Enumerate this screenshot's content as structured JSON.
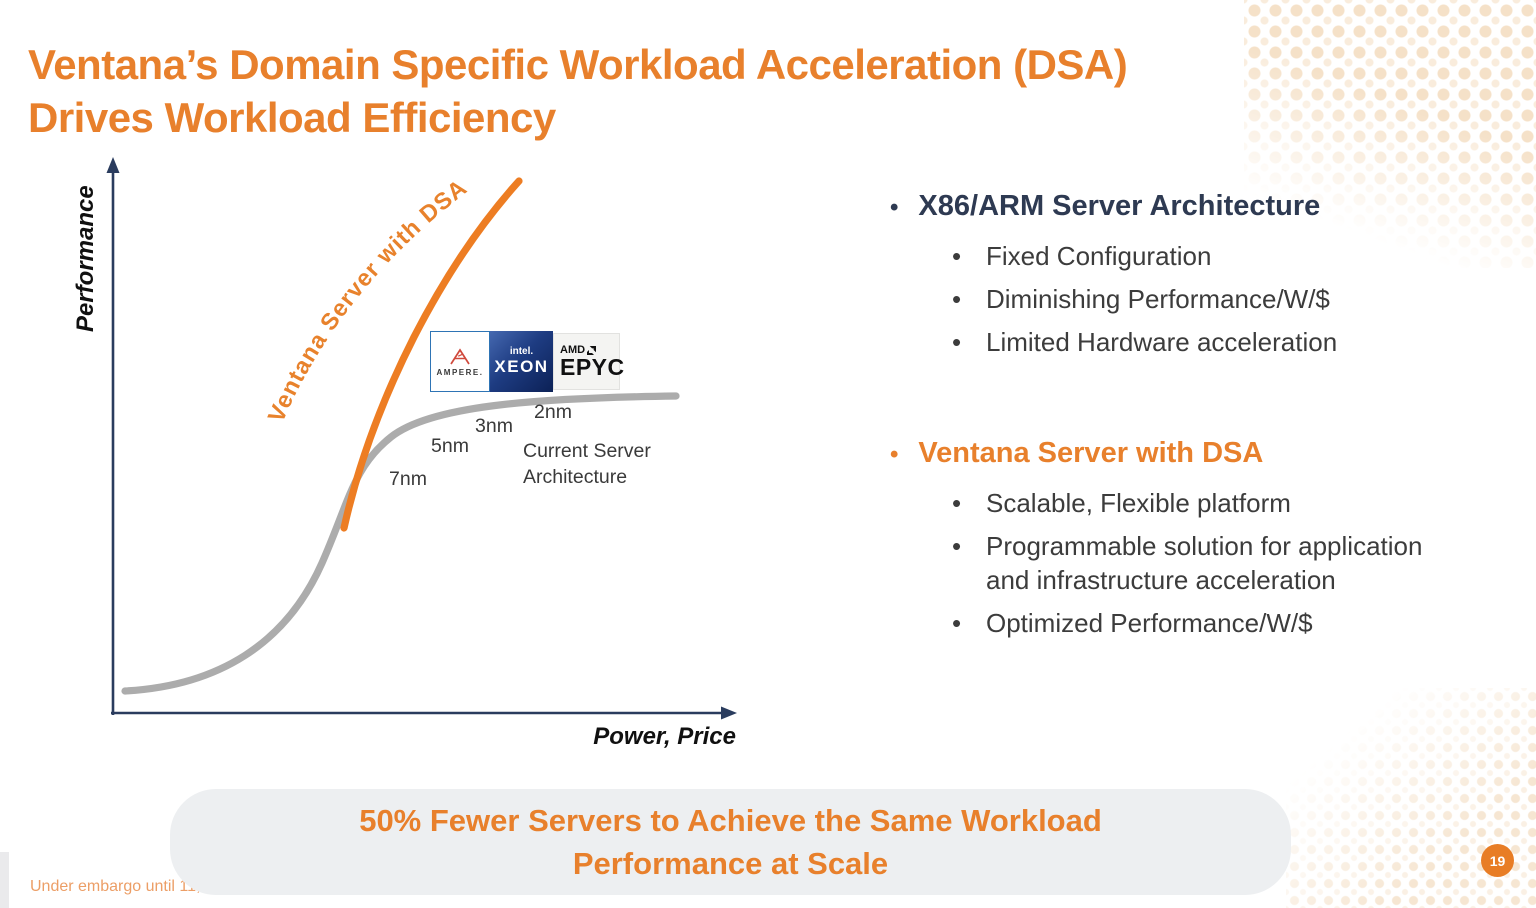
{
  "ui": {
    "bullet_char": "•"
  },
  "slide": {
    "title_line1": "Ventana’s Domain Specific Workload Acceleration (DSA)",
    "title_line2": "Drives Workload Efficiency",
    "embargo_note": "Under embargo until 11,",
    "page_number": "19",
    "accent_orange": "#E8802C",
    "heading_navy": "#2E3A52"
  },
  "chart": {
    "y_axis_label": "Performance",
    "x_axis_label": "Power, Price",
    "dsa_curve_label": "Ventana Server with DSA",
    "current_curve_label_line1": "Current Server",
    "current_curve_label_line2": "Architecture",
    "node_labels": [
      "7nm",
      "5nm",
      "3nm",
      "2nm"
    ]
  },
  "chart_data": {
    "type": "line",
    "title": "",
    "xlabel": "Power, Price",
    "ylabel": "Performance",
    "axes_quantitative": false,
    "grid": false,
    "series": [
      {
        "name": "Ventana Server with DSA",
        "color": "#ED7D23",
        "shape": "steeply rising curve branching upward from the current-server curve",
        "points_norm_xy": [
          [
            0.37,
            0.3
          ],
          [
            0.42,
            0.5
          ],
          [
            0.49,
            0.7
          ],
          [
            0.56,
            0.85
          ],
          [
            0.64,
            0.97
          ]
        ]
      },
      {
        "name": "Current Server Architecture",
        "color": "#ACACAC",
        "shape": "s-curve that rises then flattens (diminishing returns)",
        "points_norm_xy": [
          [
            0.04,
            0.04
          ],
          [
            0.2,
            0.07
          ],
          [
            0.3,
            0.25
          ],
          [
            0.37,
            0.3
          ],
          [
            0.44,
            0.52
          ],
          [
            0.52,
            0.6
          ],
          [
            0.65,
            0.63
          ],
          [
            0.9,
            0.64
          ]
        ],
        "node_labels": [
          "7nm",
          "5nm",
          "3nm",
          "2nm"
        ]
      }
    ],
    "annotations": [
      "Ventana Server with DSA",
      "Current Server Architecture",
      "7nm",
      "5nm",
      "3nm",
      "2nm"
    ],
    "legend_position": "labels drawn on curves"
  },
  "logos": {
    "ampere": {
      "name": "AMPERE."
    },
    "intel": {
      "brand": "intel.",
      "product": "XEON"
    },
    "amd": {
      "brand": "AMD",
      "product": "EPYC"
    }
  },
  "right_panel": {
    "sections": [
      {
        "heading": "X86/ARM Server Architecture",
        "color": "#2E3A52",
        "bullets": [
          "Fixed Configuration",
          "Diminishing Performance/W/$",
          "Limited Hardware acceleration"
        ]
      },
      {
        "heading": "Ventana Server with DSA",
        "color": "#E8802C",
        "bullets": [
          "Scalable, Flexible platform",
          "Programmable solution for application and infrastructure acceleration",
          "Optimized Performance/W/$"
        ]
      }
    ]
  },
  "callout": {
    "line1": "50% Fewer Servers to Achieve the Same Workload",
    "line2": "Performance at Scale"
  }
}
